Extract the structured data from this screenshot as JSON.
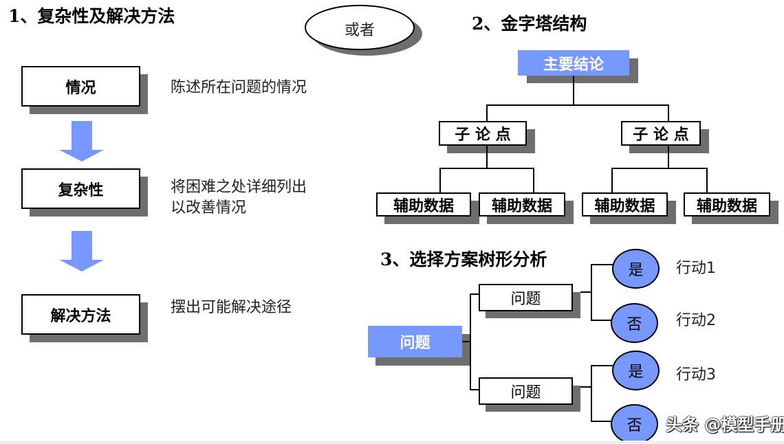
{
  "section1": {
    "title": "1、复杂性及解决方法",
    "steps": [
      {
        "label": "情况",
        "desc": [
          "陈述所在问题的情况"
        ]
      },
      {
        "label": "复杂性",
        "desc": [
          "将困难之处详细列出",
          "以改善情况"
        ]
      },
      {
        "label": "解决方法",
        "desc": [
          "摆出可能解决途径"
        ]
      }
    ]
  },
  "or_label": "或者",
  "section2": {
    "title": "2、金字塔结构",
    "root": "主要结论",
    "sub": [
      "子 论 点",
      "子 论 点"
    ],
    "leaves": [
      "辅助数据",
      "辅助数据",
      "辅助数据",
      "辅助数据"
    ]
  },
  "section3": {
    "title": "3、选择方案树形分析",
    "root": "问题",
    "questions": [
      "问题",
      "问题"
    ],
    "options": [
      "是",
      "否",
      "是",
      "否"
    ],
    "actions": [
      "行动1",
      "行动2",
      "行动3"
    ]
  },
  "watermark": "头条 @模型手册",
  "colors": {
    "accent": "#7799ff",
    "shadow": "#6e6e6e"
  }
}
